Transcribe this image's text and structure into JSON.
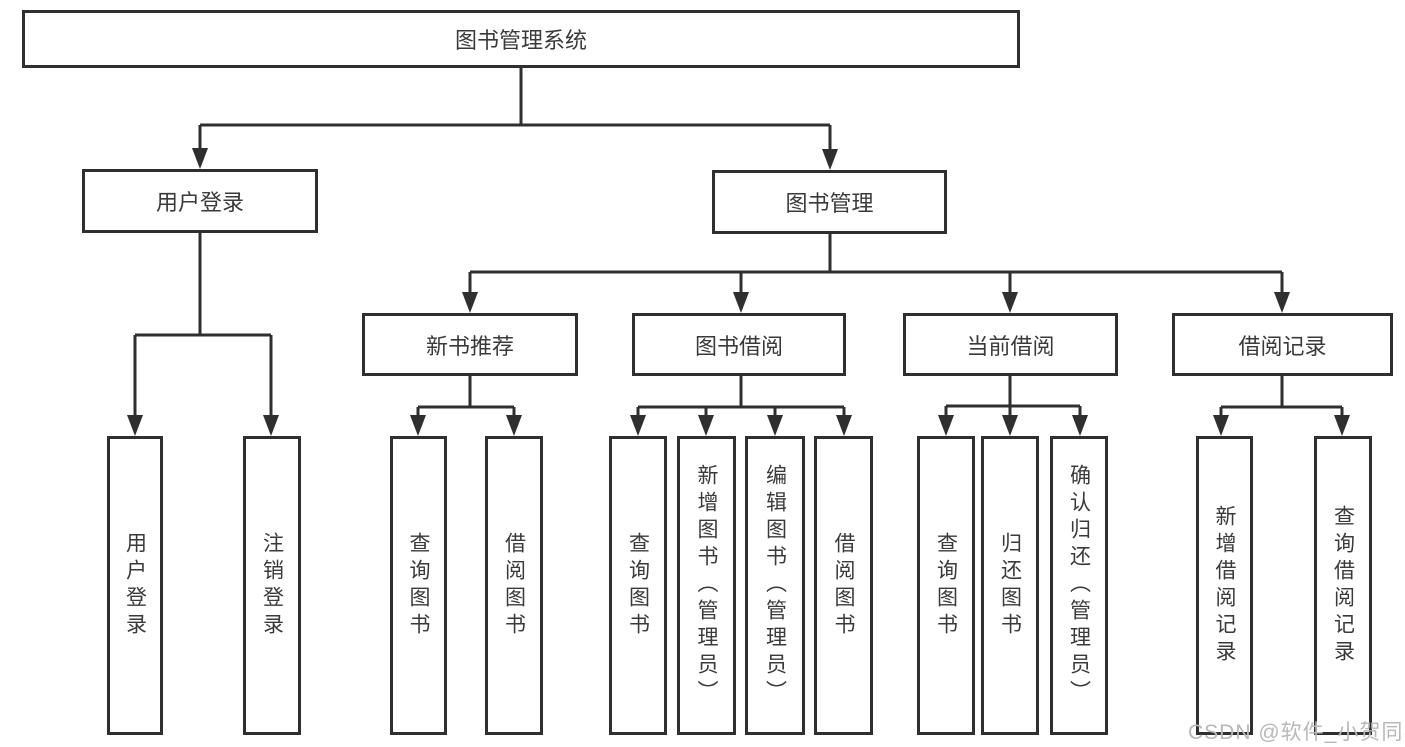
{
  "tree": {
    "label": "图书管理系统",
    "children": [
      {
        "label": "用户登录",
        "children": [
          {
            "label": "用户登录"
          },
          {
            "label": "注销登录"
          }
        ]
      },
      {
        "label": "图书管理",
        "children": [
          {
            "label": "新书推荐",
            "children": [
              {
                "label": "查询图书"
              },
              {
                "label": "借阅图书"
              }
            ]
          },
          {
            "label": "图书借阅",
            "children": [
              {
                "label": "查询图书"
              },
              {
                "label": "新增图书（管理员）"
              },
              {
                "label": "编辑图书（管理员）"
              },
              {
                "label": "借阅图书"
              }
            ]
          },
          {
            "label": "当前借阅",
            "children": [
              {
                "label": "查询图书"
              },
              {
                "label": "归还图书"
              },
              {
                "label": "确认归还（管理员）"
              }
            ]
          },
          {
            "label": "借阅记录",
            "children": [
              {
                "label": "新增借阅记录"
              },
              {
                "label": "查询借阅记录"
              }
            ]
          }
        ]
      }
    ]
  },
  "watermark": "CSDN @软件_小贺同学",
  "colors": {
    "line": "#2f2f2f",
    "box_fill": "#ffffff",
    "text": "#3a3a3a",
    "background": "#ffffff",
    "watermark": "#b8b8b8"
  }
}
